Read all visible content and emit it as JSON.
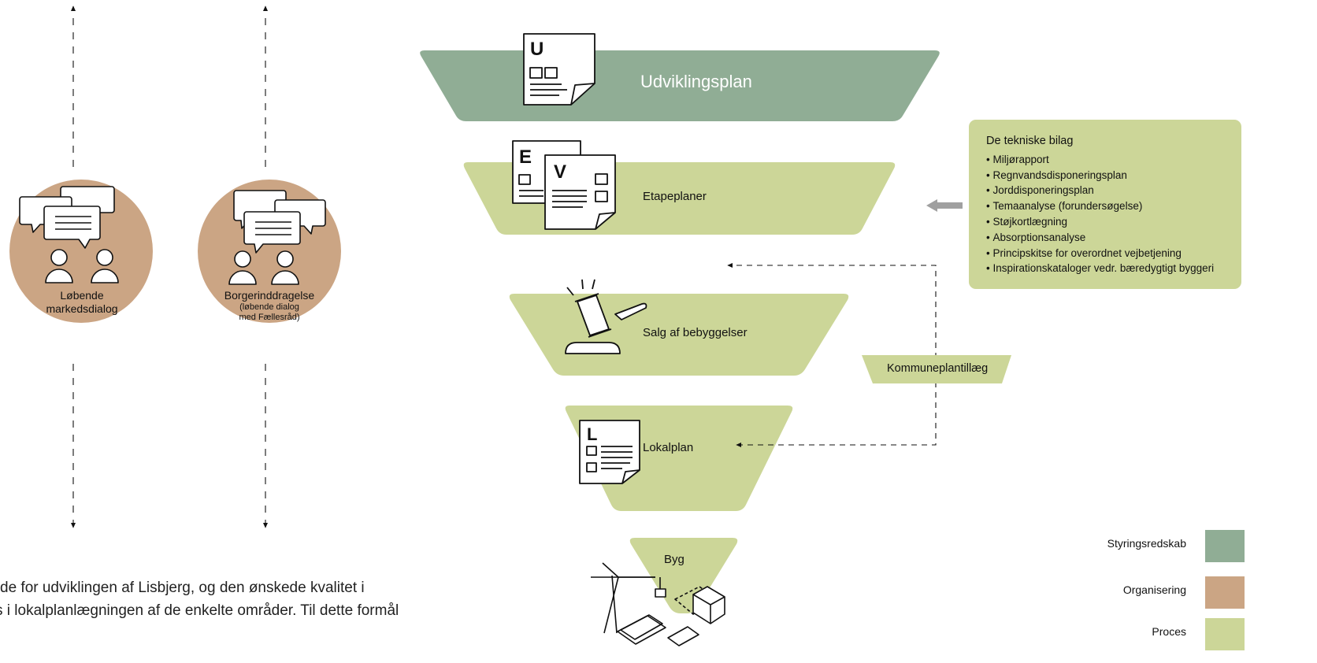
{
  "colors": {
    "styringsredskab": "#90ad95",
    "organisering": "#cba584",
    "proces": "#ccd698",
    "arrow_grey": "#a0a0a0"
  },
  "circles": [
    {
      "label": "Løbende\nmarkedsdialog",
      "sub": ""
    },
    {
      "label": "Borgerinddragelse",
      "sub": "(løbende dialog\nmed Fællesråd)"
    }
  ],
  "funnel": {
    "udviklingsplan": {
      "label": "Udviklingsplan",
      "icon_letter": "U"
    },
    "etapeplaner": {
      "label": "Etapeplaner",
      "icon_letters": [
        "E",
        "V"
      ]
    },
    "salg": {
      "label": "Salg af bebyggelser"
    },
    "lokalplan": {
      "label": "Lokalplan",
      "icon_letter": "L"
    },
    "byg": {
      "label": "Byg"
    }
  },
  "kommuneplantillaeg": "Kommuneplantillæg",
  "bilag": {
    "title": "De tekniske bilag",
    "items": [
      "Miljørapport",
      "Regnvandsdisponeringsplan",
      "Jorddisponeringsplan",
      "Temaanalyse (forundersøgelse)",
      "Støjkortlægning",
      "Absorptionsanalyse",
      "Principskitse for overordnet vejbetjening",
      "Inspirationskataloger vedr. bæredygtigt byggeri"
    ]
  },
  "legend": [
    {
      "label": "Styringsredskab",
      "color": "#90ad95"
    },
    {
      "label": "Organisering",
      "color": "#cba584"
    },
    {
      "label": "Proces",
      "color": "#ccd698"
    }
  ],
  "body_text": {
    "line1": "de for udviklingen af Lisbjerg, og den ønskede kvalitet i",
    "line2": "s i lokalplanlægningen af de enkelte områder. Til dette formål"
  }
}
